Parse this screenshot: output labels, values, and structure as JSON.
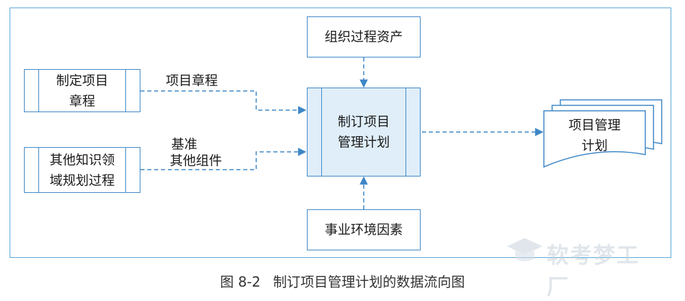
{
  "diagram": {
    "boxes": {
      "charter_proc": "制定项目\n章程",
      "other_proc": "其他知识领\n域规划过程",
      "org_assets": "组织过程资产",
      "center_proc": "制订项目\n管理计划",
      "env_factors": "事业环境因素",
      "output_doc": "项目管理\n计划"
    },
    "edge_labels": {
      "charter": "项目章程",
      "baseline": "基准",
      "other_components": "其他组件"
    }
  },
  "caption": {
    "figure_no": "图 8-2",
    "title": "制订项目管理计划的数据流向图"
  },
  "watermark": {
    "text": "软考梦工厂"
  },
  "colors": {
    "line": "#3d86c6",
    "frame": "#5ba7d8",
    "center_fill": "#dfeef9"
  }
}
